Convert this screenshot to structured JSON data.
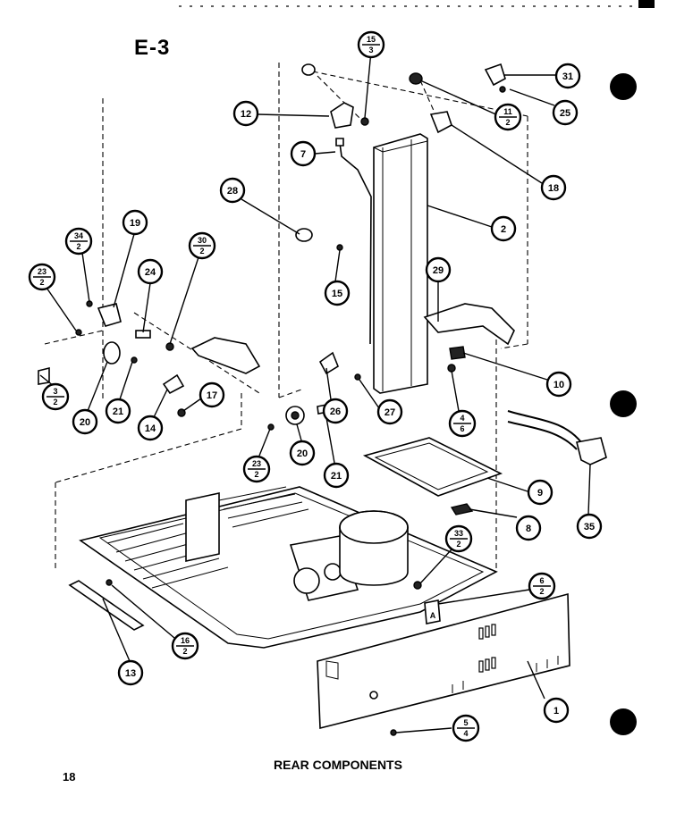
{
  "page": {
    "heading": "E-3",
    "caption": "REAR COMPONENTS",
    "page_number": "18"
  },
  "callouts": [
    {
      "id": "c1",
      "label": "1"
    },
    {
      "id": "c2",
      "label": "2"
    },
    {
      "id": "c7",
      "label": "7"
    },
    {
      "id": "c8",
      "label": "8"
    },
    {
      "id": "c9",
      "label": "9"
    },
    {
      "id": "c10",
      "label": "10"
    },
    {
      "id": "c12",
      "label": "12"
    },
    {
      "id": "c13",
      "label": "13"
    },
    {
      "id": "c14",
      "label": "14"
    },
    {
      "id": "c15",
      "label": "15"
    },
    {
      "id": "c17",
      "label": "17"
    },
    {
      "id": "c18",
      "label": "18"
    },
    {
      "id": "c19",
      "label": "19"
    },
    {
      "id": "c20a",
      "label": "20"
    },
    {
      "id": "c20b",
      "label": "20"
    },
    {
      "id": "c21a",
      "label": "21"
    },
    {
      "id": "c21b",
      "label": "21"
    },
    {
      "id": "c24",
      "label": "24"
    },
    {
      "id": "c25",
      "label": "25"
    },
    {
      "id": "c26",
      "label": "26"
    },
    {
      "id": "c27",
      "label": "27"
    },
    {
      "id": "c28",
      "label": "28"
    },
    {
      "id": "c29",
      "label": "29"
    },
    {
      "id": "c31",
      "label": "31"
    },
    {
      "id": "c35",
      "label": "35"
    }
  ],
  "fraction_callouts": [
    {
      "id": "f15_3",
      "top": "15",
      "bottom": "3"
    },
    {
      "id": "f11_2",
      "top": "11",
      "bottom": "2"
    },
    {
      "id": "f34_2",
      "top": "34",
      "bottom": "2"
    },
    {
      "id": "f30_2",
      "top": "30",
      "bottom": "2"
    },
    {
      "id": "f23_2a",
      "top": "23",
      "bottom": "2"
    },
    {
      "id": "f3_2",
      "top": "3",
      "bottom": "2"
    },
    {
      "id": "f4_6",
      "top": "4",
      "bottom": "6"
    },
    {
      "id": "f23_2b",
      "top": "23",
      "bottom": "2"
    },
    {
      "id": "f33_2",
      "top": "33",
      "bottom": "2"
    },
    {
      "id": "f6_2",
      "top": "6",
      "bottom": "2"
    },
    {
      "id": "f16_2",
      "top": "16",
      "bottom": "2"
    },
    {
      "id": "f5_4",
      "top": "5",
      "bottom": "4"
    }
  ],
  "markings": {
    "bracket_letter": "A"
  },
  "colors": {
    "ink": "#000000",
    "paper": "#ffffff"
  }
}
